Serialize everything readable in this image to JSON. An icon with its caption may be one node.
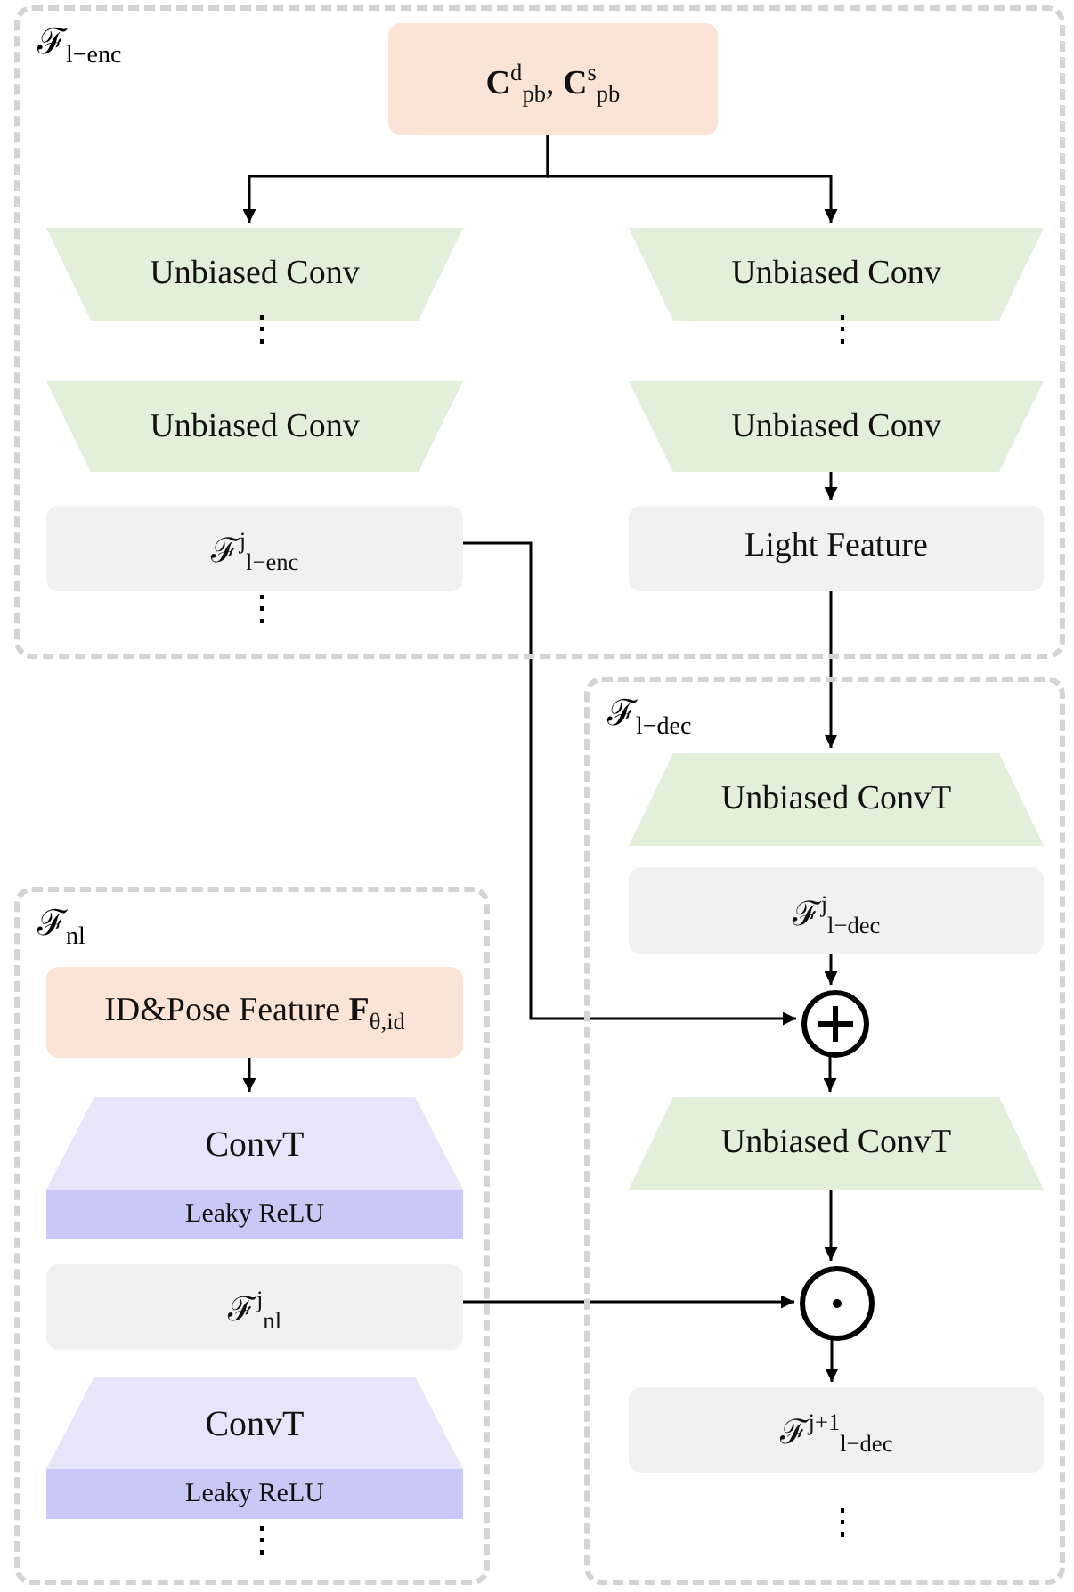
{
  "diagram": {
    "nodes": [
      {
        "text": [
          "ℱ$_{l−enc}$"
        ]
      },
      {
        "text": [
          "**C**$^{d}$$_{pb}$, **C**$^{s}$$_{pb}$"
        ],
        "in": 0
      },
      {
        "text": [
          "Unbiased Conv"
        ],
        "in": 0
      },
      {
        "text": [
          "Unbiased Conv"
        ],
        "in": 0
      },
      {
        "text": [
          "ℱ$^{j}$$_{l−enc}$"
        ],
        "in": 0
      },
      {
        "text": [
          "Unbiased Conv"
        ],
        "in": 0
      },
      {
        "text": [
          "Unbiased Conv"
        ],
        "in": 0
      },
      {
        "text": [
          "Light Feature"
        ],
        "in": 0
      },
      {
        "text": [
          "ℱ$_{l−dec}$"
        ]
      },
      {
        "text": [
          "Unbiased ConvT"
        ],
        "in": 8
      },
      {
        "text": [
          "ℱ$^{j}$$_{l−dec}$"
        ],
        "in": 8
      },
      {
        "text": [],
        "shape": "circle",
        "in": 8
      },
      {
        "text": [
          "Unbiased ConvT"
        ],
        "in": 8
      },
      {
        "text": [],
        "shape": "circle",
        "in": 8
      },
      {
        "text": [
          "ℱ$^{j+1}$$_{l−dec}$"
        ],
        "in": 8
      },
      {
        "text": [
          "ℱ$_{nl}$"
        ]
      },
      {
        "text": [
          "ID&Pose Feature **F**$_{θ,id}$"
        ],
        "in": 15
      },
      {
        "text": [
          "ConvT",
          "Leaky ReLU"
        ],
        "in": 15
      },
      {
        "text": [
          "ℱ$^{j}$$_{nl}$"
        ],
        "in": 15
      },
      {
        "text": [
          "ConvT",
          "Leaky ReLU"
        ],
        "in": 15
      }
    ],
    "edges": [
      {
        "from": 1,
        "to": 2,
        "arrow": "to"
      },
      {
        "from": 1,
        "to": 5,
        "arrow": "to"
      },
      {
        "from": 6,
        "to": 7,
        "arrow": "to"
      },
      {
        "from": 7,
        "to": 9,
        "arrow": "to"
      },
      {
        "from": 4,
        "to": 11,
        "arrow": "to"
      },
      {
        "from": 10,
        "to": 11,
        "arrow": "to"
      },
      {
        "from": 11,
        "to": 12,
        "arrow": "to"
      },
      {
        "from": 12,
        "to": 13,
        "arrow": "to"
      },
      {
        "from": 18,
        "to": 13,
        "arrow": "to"
      },
      {
        "from": 13,
        "to": 14,
        "arrow": "to"
      },
      {
        "from": 16,
        "to": 17,
        "arrow": "to"
      }
    ],
    "labels": [
      "⋮",
      "⋮",
      "⋮",
      "⋮",
      "⋮"
    ]
  }
}
